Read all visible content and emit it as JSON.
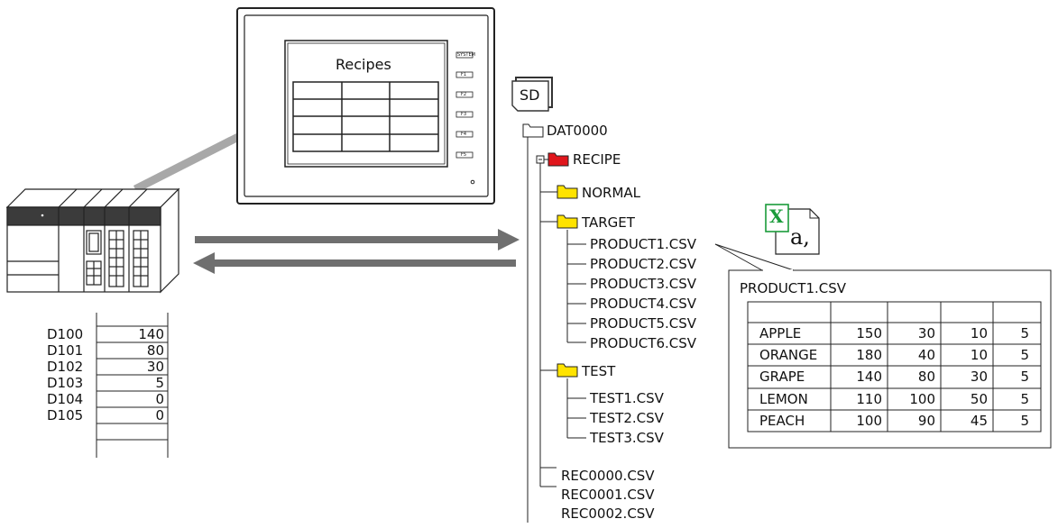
{
  "hmi": {
    "screen_title": "Recipes",
    "function_keys": [
      "SYSTEM",
      "F1",
      "F2",
      "F3",
      "F4",
      "F5"
    ]
  },
  "sd_card": {
    "label": "SD"
  },
  "tree": {
    "root": "DAT0000",
    "recipe_folder": "RECIPE",
    "normal_folder": "NORMAL",
    "target_folder": "TARGET",
    "target_files": [
      "PRODUCT1.CSV",
      "PRODUCT2.CSV",
      "PRODUCT3.CSV",
      "PRODUCT4.CSV",
      "PRODUCT5.CSV",
      "PRODUCT6.CSV"
    ],
    "test_folder": "TEST",
    "test_files": [
      "TEST1.CSV",
      "TEST2.CSV",
      "TEST3.CSV"
    ],
    "root_files": [
      "REC0000.CSV",
      "REC0001.CSV",
      "REC0002.CSV"
    ]
  },
  "registers": [
    {
      "name": "D100",
      "value": "140"
    },
    {
      "name": "D101",
      "value": "80"
    },
    {
      "name": "D102",
      "value": "30"
    },
    {
      "name": "D103",
      "value": "5"
    },
    {
      "name": "D104",
      "value": "0"
    },
    {
      "name": "D105",
      "value": "0"
    }
  ],
  "csv_preview": {
    "title": "PRODUCT1.CSV",
    "rows": [
      [
        "APPLE",
        "150",
        "30",
        "10",
        "5"
      ],
      [
        "ORANGE",
        "180",
        "40",
        "10",
        "5"
      ],
      [
        "GRAPE",
        "140",
        "80",
        "30",
        "5"
      ],
      [
        "LEMON",
        "110",
        "100",
        "50",
        "5"
      ],
      [
        "PEACH",
        "100",
        "90",
        "45",
        "5"
      ]
    ]
  },
  "excel_icon": {
    "badge": "X",
    "glyph": "a,"
  },
  "colors": {
    "recipe_folder": "#e0161c",
    "folder": "#ffe300",
    "arrow": "#6f6f6f",
    "cable": "#a8a8a8"
  }
}
